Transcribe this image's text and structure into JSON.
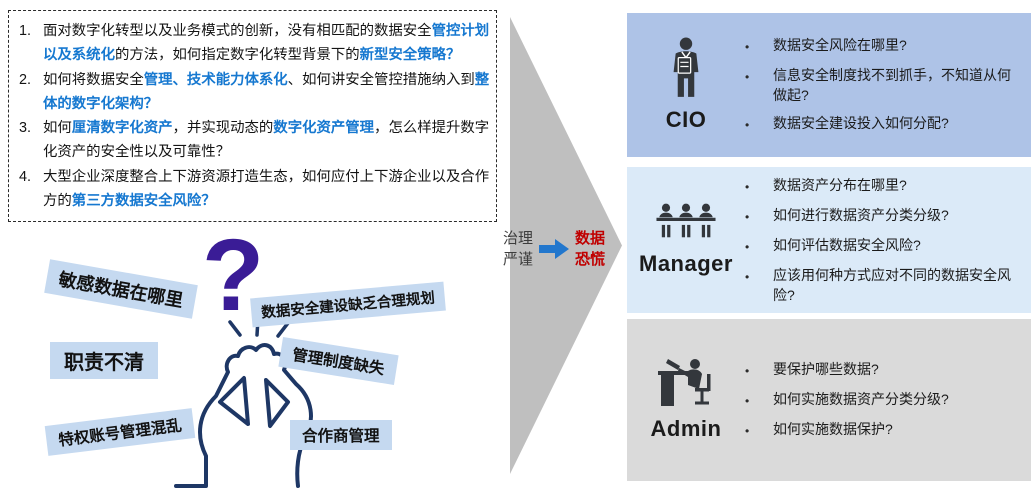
{
  "colors": {
    "highlight_blue": "#1678d0",
    "panic_red": "#c00000",
    "caption_gray": "#3d3d3d",
    "triangle_gray": "#bfbfbf",
    "question_mark_purple": "#3a1c96",
    "figure_outline_navy": "#1e3765",
    "pain_label_bg": "#c5d9f0",
    "cio_panel_bg": "#aec3e7",
    "manager_panel_bg": "#dbeaf8",
    "admin_panel_bg": "#dadada",
    "arrow_blue": "#2277cd",
    "icon_dark": "#33373c"
  },
  "ui": {
    "bullet": "•"
  },
  "question_box": {
    "items": [
      {
        "number": "1.",
        "segments": [
          {
            "text": "面对数字化转型以及业务模式的创新，没有相匹配的数据安全",
            "highlight": false
          },
          {
            "text": "管控计划以及系统化",
            "highlight": true
          },
          {
            "text": "的方法，如何指定数字化转型背景下的",
            "highlight": false
          },
          {
            "text": "新型安全策略？",
            "highlight": true
          }
        ]
      },
      {
        "number": "2.",
        "segments": [
          {
            "text": "如何将数据安全",
            "highlight": false
          },
          {
            "text": "管理、技术能力体系化",
            "highlight": true
          },
          {
            "text": "、如何讲安全管控措施纳入到",
            "highlight": false
          },
          {
            "text": "整体的数字化架构？",
            "highlight": true
          }
        ]
      },
      {
        "number": "3.",
        "segments": [
          {
            "text": "如何",
            "highlight": false
          },
          {
            "text": "厘清数字化资产",
            "highlight": true
          },
          {
            "text": "，并实现动态的",
            "highlight": false
          },
          {
            "text": "数字化资产管理",
            "highlight": true
          },
          {
            "text": "，怎么样提升数字化资产的安全性以及可靠性？",
            "highlight": false
          }
        ]
      },
      {
        "number": "4.",
        "segments": [
          {
            "text": "大型企业深度整合上下游资源打造生态，如何应付上下游企业以及合作方的",
            "highlight": false
          },
          {
            "text": "第三方数据安全风险？",
            "highlight": true
          }
        ]
      }
    ]
  },
  "confusion": {
    "question_mark": "?",
    "labels": [
      "敏感数据在哪里",
      "数据安全建设缺乏合理规划",
      "职责不清",
      "管理制度缺失",
      "特权账号管理混乱",
      "合作商管理"
    ]
  },
  "transition": {
    "left_lines": [
      "治理",
      "严谨"
    ],
    "right_lines": [
      "数据",
      "恐慌"
    ],
    "arrow_icon": "right-arrow-icon"
  },
  "panels": [
    {
      "role": "CIO",
      "icon": "cio-person-clipboard-icon",
      "bullets": [
        "数据安全风险在哪里?",
        "信息安全制度找不到抓手，不知道从何做起?",
        "数据安全建设投入如何分配?"
      ]
    },
    {
      "role": "Manager",
      "icon": "manager-team-icon",
      "bullets": [
        "数据资产分布在哪里?",
        "如何进行数据资产分类分级?",
        "如何评估数据安全风险?",
        "应该用何种方式应对不同的数据安全风险?"
      ]
    },
    {
      "role": "Admin",
      "icon": "admin-workstation-icon",
      "bullets": [
        "要保护哪些数据?",
        "如何实施数据资产分类分级?",
        "如何实施数据保护?"
      ]
    }
  ]
}
